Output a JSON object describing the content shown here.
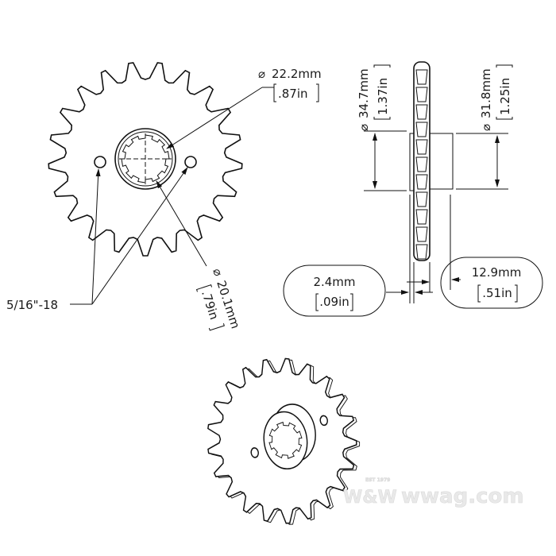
{
  "front_view": {
    "bore_diameter": {
      "symbol": "⌀",
      "mm": "22.2mm",
      "inch": ".87in"
    },
    "spline_diameter": {
      "symbol": "⌀",
      "mm": "20.1mm",
      "inch": ".79in"
    },
    "thread_label": "5/16\"-18",
    "teeth": 21
  },
  "side_view": {
    "outer_diameter": {
      "symbol": "⌀",
      "mm": "34.7mm",
      "inch": "1.37in"
    },
    "hub_diameter": {
      "symbol": "⌀",
      "mm": "31.8mm",
      "inch": "1.25in"
    },
    "plate_thickness": {
      "mm": "2.4mm",
      "inch": ".09in"
    },
    "hub_length": {
      "mm": "12.9mm",
      "inch": ".51in"
    }
  },
  "watermark": {
    "brand": "W&W",
    "site": "wwag.com",
    "est": "EST 1979"
  },
  "colors": {
    "line": "#111111",
    "watermark": "#e9e9e9"
  }
}
